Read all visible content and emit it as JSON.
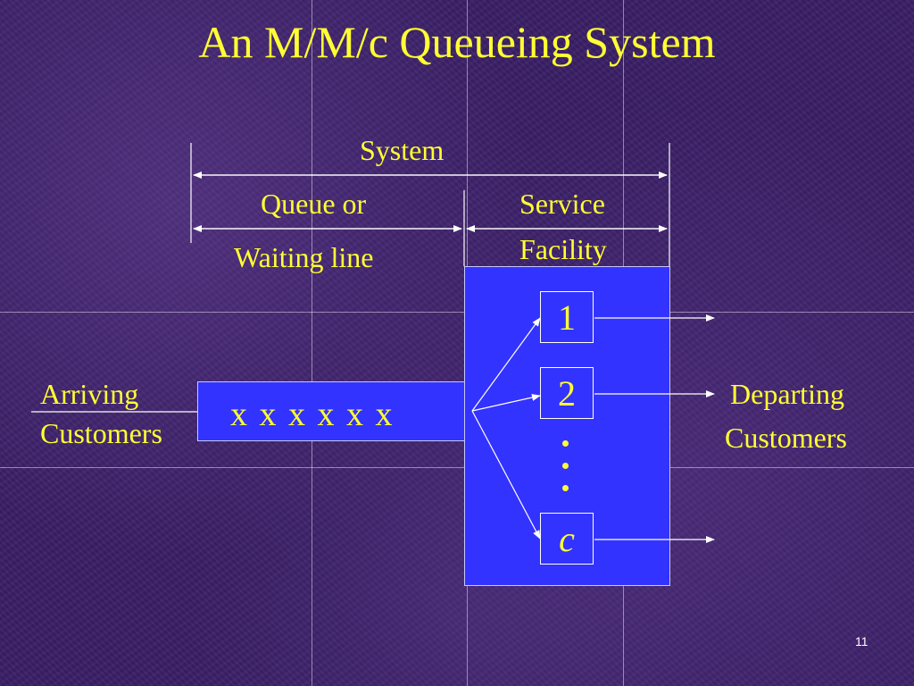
{
  "title": "An M/M/c Queueing System",
  "labels": {
    "system": "System",
    "queue_line1": "Queue or",
    "queue_line2": "Waiting line",
    "service_line1": "Service",
    "service_line2": "Facility",
    "arriving_line1": "Arriving",
    "arriving_line2": "Customers",
    "departing_line1": "Departing",
    "departing_line2": "Customers"
  },
  "queue_contents": "x x x x x x",
  "servers": [
    "1",
    "2",
    "c"
  ],
  "page_number": "11",
  "colors": {
    "background": "#3a1f66",
    "text": "#ffff33",
    "box_fill": "#3333ff",
    "lines": "#ffffff"
  }
}
